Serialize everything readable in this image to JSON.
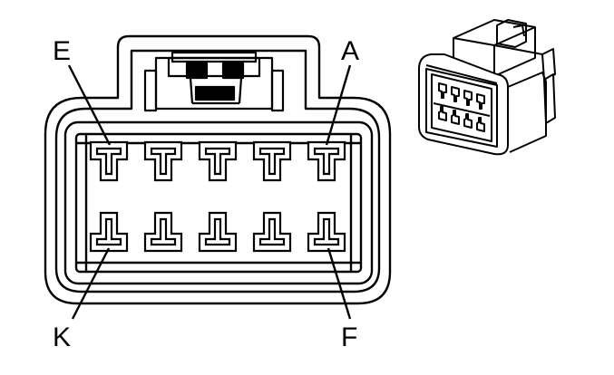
{
  "pin_labels": {
    "top_left": "E",
    "top_right": "A",
    "bottom_left": "K",
    "bottom_right": "F"
  },
  "colors": {
    "line": "#000000",
    "background": "#ffffff"
  },
  "icons": {
    "front_view": "connector-face-view",
    "iso_view": "connector-isometric-view"
  }
}
